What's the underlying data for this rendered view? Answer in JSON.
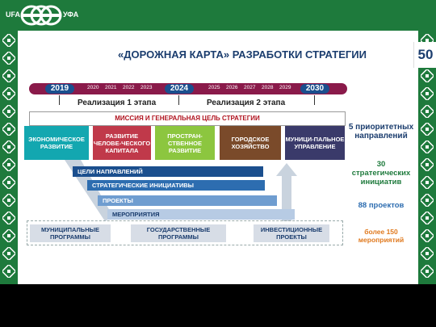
{
  "header": {
    "logo_left": "UFA",
    "logo_right": "УФА",
    "title": "«ДОРОЖНАЯ КАРТА» РАЗРАБОТКИ СТРАТЕГИИ",
    "page_number": "50"
  },
  "timeline": {
    "major_years": [
      "2019",
      "2024",
      "2030"
    ],
    "minor_years_1": [
      "2020",
      "2021",
      "2022",
      "2023"
    ],
    "minor_years_2": [
      "2025",
      "2026",
      "2027",
      "2028",
      "2029"
    ],
    "stage_1": "Реализация 1 этапа",
    "stage_2": "Реализация 2 этапа"
  },
  "mission": "МИССИЯ И ГЕНЕРАЛЬНАЯ ЦЕЛЬ СТРАТЕГИИ",
  "categories": [
    {
      "label": "ЭКОНОМИЧЕСКОЕ РАЗВИТИЕ",
      "color": "#13a7b0"
    },
    {
      "label": "РАЗВИТИЕ ЧЕЛОВЕ-ЧЕСКОГО КАПИТАЛА",
      "color": "#c0394a"
    },
    {
      "label": "ПРОСТРАН-СТВЕННОЕ РАЗВИТИЕ",
      "color": "#8cc63f"
    },
    {
      "label": "ГОРОДСКОЕ ХОЗЯЙСТВО",
      "color": "#7a4a2a"
    },
    {
      "label": "МУНИЦИ-ПАЛЬНОЕ УПРАВЛЕНИЕ",
      "color": "#3a3a6a"
    }
  ],
  "levels": [
    {
      "label": "ЦЕЛИ НАПРАВЛЕНИЙ",
      "color": "#1b4f8e"
    },
    {
      "label": "СТРАТЕГИЧЕСКИЕ ИНИЦИАТИВЫ",
      "color": "#2d6db0"
    },
    {
      "label": "ПРОЕКТЫ",
      "color": "#6f9dd0"
    },
    {
      "label": "МЕРОПРИЯТИЯ",
      "color": "#b7cbe4"
    }
  ],
  "programs": [
    "МУНИЦИПАЛЬНЫЕ ПРОГРАММЫ",
    "ГОСУДАРСТВЕННЫЕ ПРОГРАММЫ",
    "ИНВЕСТИЦИОННЫЕ ПРОЕКТЫ"
  ],
  "stats": {
    "directions": "5 приоритетных направлений",
    "initiatives": "30 стратегических инициатив",
    "projects": "88 проектов",
    "events": "более 150 мероприятий"
  },
  "colors": {
    "brand_green": "#1e7a3c",
    "title_blue": "#1b3d6e",
    "timeline": "#8a1a4a",
    "stat_dark": "#1b3d6e",
    "stat_green": "#1e7a3c",
    "stat_blue": "#2d6db0",
    "stat_orange": "#e07a1f"
  }
}
